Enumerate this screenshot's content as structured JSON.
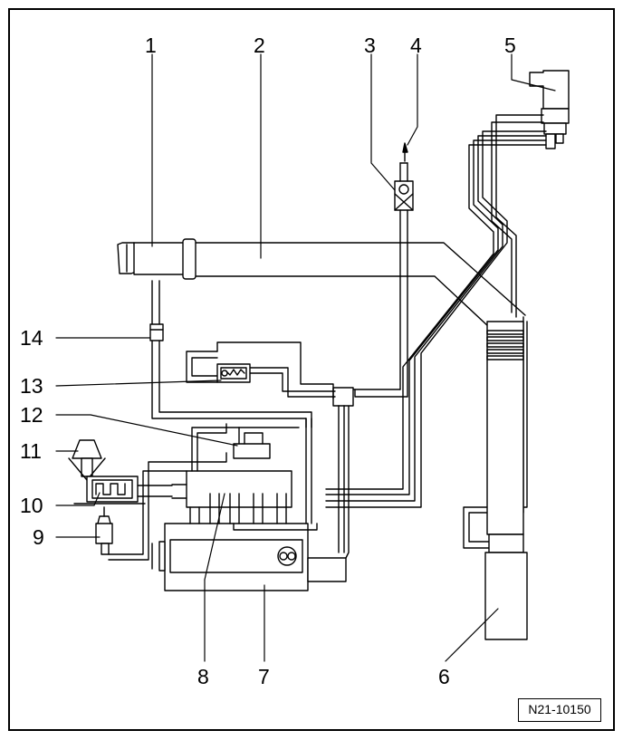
{
  "callouts": [
    "1",
    "2",
    "3",
    "4",
    "5",
    "6",
    "7",
    "8",
    "9",
    "10",
    "11",
    "12",
    "13",
    "14"
  ],
  "reference": "N21-10150"
}
